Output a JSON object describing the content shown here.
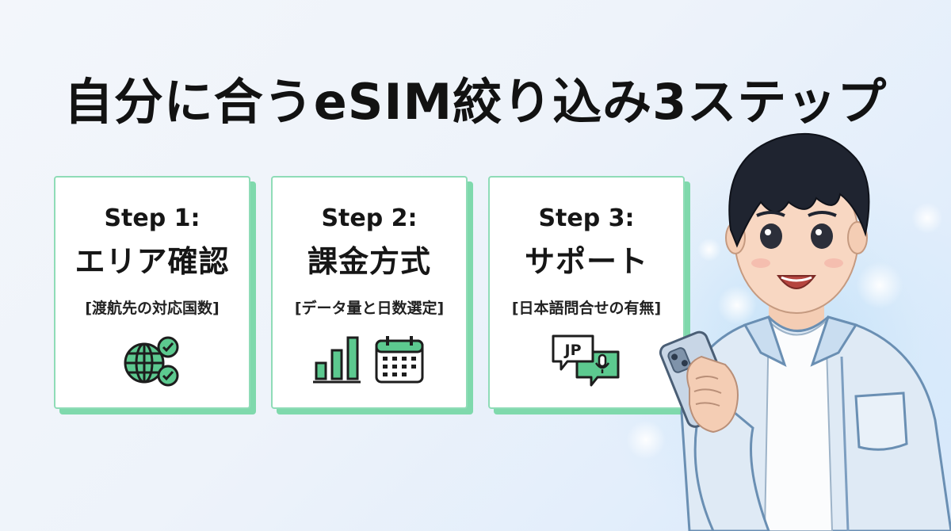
{
  "title": "自分に合うeSIM絞り込み3ステップ",
  "steps": [
    {
      "step": "Step 1:",
      "name": "エリア確認",
      "detail": "[渡航先の対応国数]",
      "icon": "globe-check-icon"
    },
    {
      "step": "Step 2:",
      "name": "課金方式",
      "detail": "[データ量と日数選定]",
      "icon": "bar-chart-calendar-icon"
    },
    {
      "step": "Step 3:",
      "name": "サポート",
      "detail": "[日本語問合せの有無]",
      "icon": "jp-chat-mic-icon"
    }
  ],
  "jp_badge": "JP",
  "colors": {
    "accent": "#7fd9ac",
    "icon_green": "#5cc98f",
    "icon_dark": "#1d1d1d"
  }
}
